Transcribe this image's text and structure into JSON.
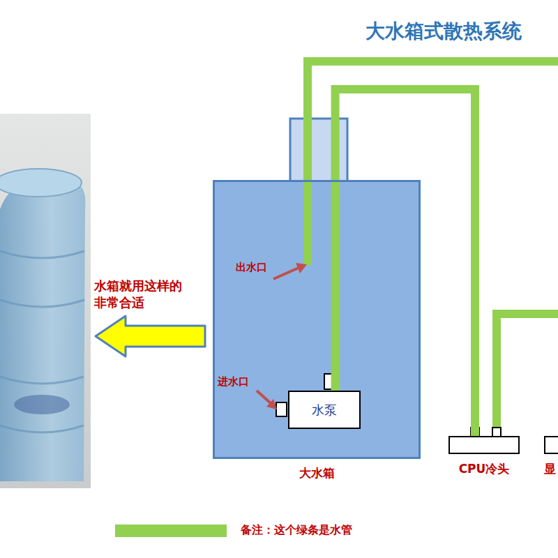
{
  "diagram": {
    "title": "大水箱式散热系统",
    "nodes": [
      {
        "text": [
          "大水箱"
        ]
      },
      {
        "text": [
          "水泵"
        ],
        "in": 0
      },
      {
        "text": [
          "CPU冷头"
        ]
      },
      {
        "text": [
          "显"
        ]
      }
    ],
    "edges": [
      {
        "from": 1,
        "to": 2,
        "arrow": "none"
      }
    ],
    "labels": [
      "出水口",
      "进水口",
      "水箱就用这样的 非常合适"
    ],
    "legend": [
      {
        "text": "备注：这个绿条是水管",
        "color": "#92d050"
      }
    ]
  }
}
